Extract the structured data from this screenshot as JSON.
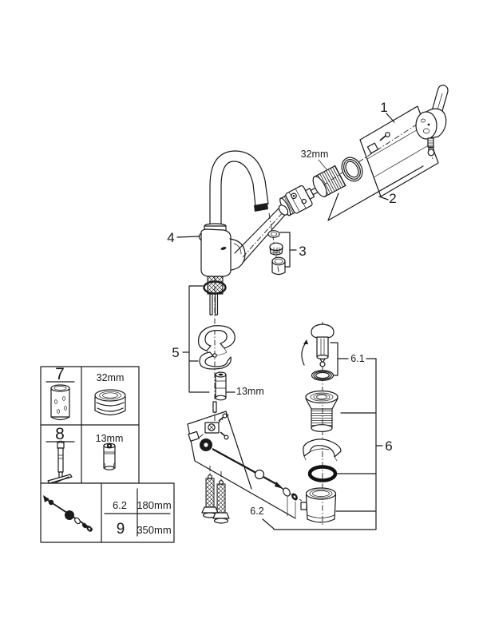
{
  "page": {
    "background": "#ffffff",
    "line_color": "#1a1a1a"
  },
  "callouts": {
    "handle_group": "1",
    "cartridge_group": "2",
    "aerator_group": "3",
    "faucet_body": "4",
    "mounting_group": "5",
    "waste_group": "6",
    "popup_plug_group": "6.1",
    "rod_group": "6.2",
    "cartridge_nut_size": "32mm",
    "mounting_nut_size": "13mm"
  },
  "table": {
    "tools": [
      {
        "no": "7",
        "size": "32mm"
      },
      {
        "no": "8",
        "size": "13mm"
      }
    ],
    "rod_variants": [
      {
        "ref": "6.2",
        "length": "180mm"
      },
      {
        "ref": "9",
        "length": "350mm"
      }
    ]
  }
}
